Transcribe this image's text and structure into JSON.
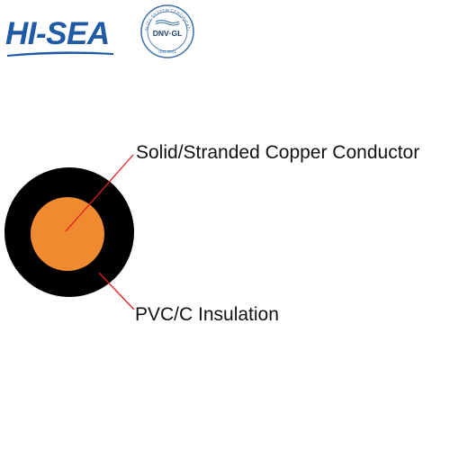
{
  "brand": {
    "name": "HI-SEA",
    "color": "#1e5aa5"
  },
  "certification": {
    "ring_text": "QUALITY SYSTEM CERTIFICATION",
    "mark": "DNV·GL",
    "standard": "ISO 9001",
    "color": "#3a6fa8"
  },
  "cable": {
    "insulation_color": "#000000",
    "conductor_color": "#f08a30",
    "leader_color": "#e0201e"
  },
  "labels": {
    "conductor": "Solid/Stranded Copper Conductor",
    "insulation": "PVC/C Insulation"
  }
}
